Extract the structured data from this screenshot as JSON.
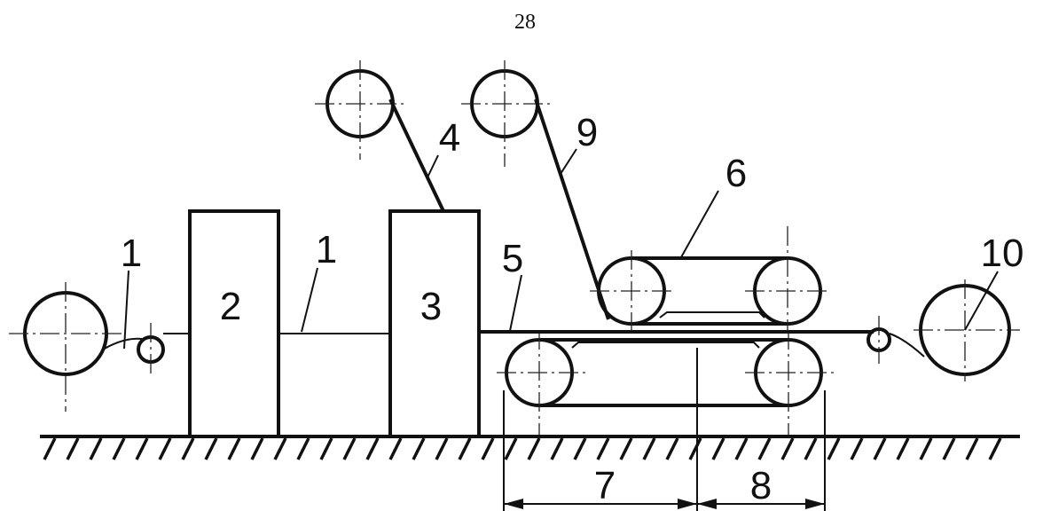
{
  "page_number": "28",
  "labels": {
    "film_left": "1",
    "film_mid": "1",
    "unit_2": "2",
    "unit_3": "3",
    "layer_4": "4",
    "layer_5": "5",
    "press_6": "6",
    "zone_7": "7",
    "zone_8": "8",
    "layer_9": "9",
    "roll_10": "10"
  }
}
